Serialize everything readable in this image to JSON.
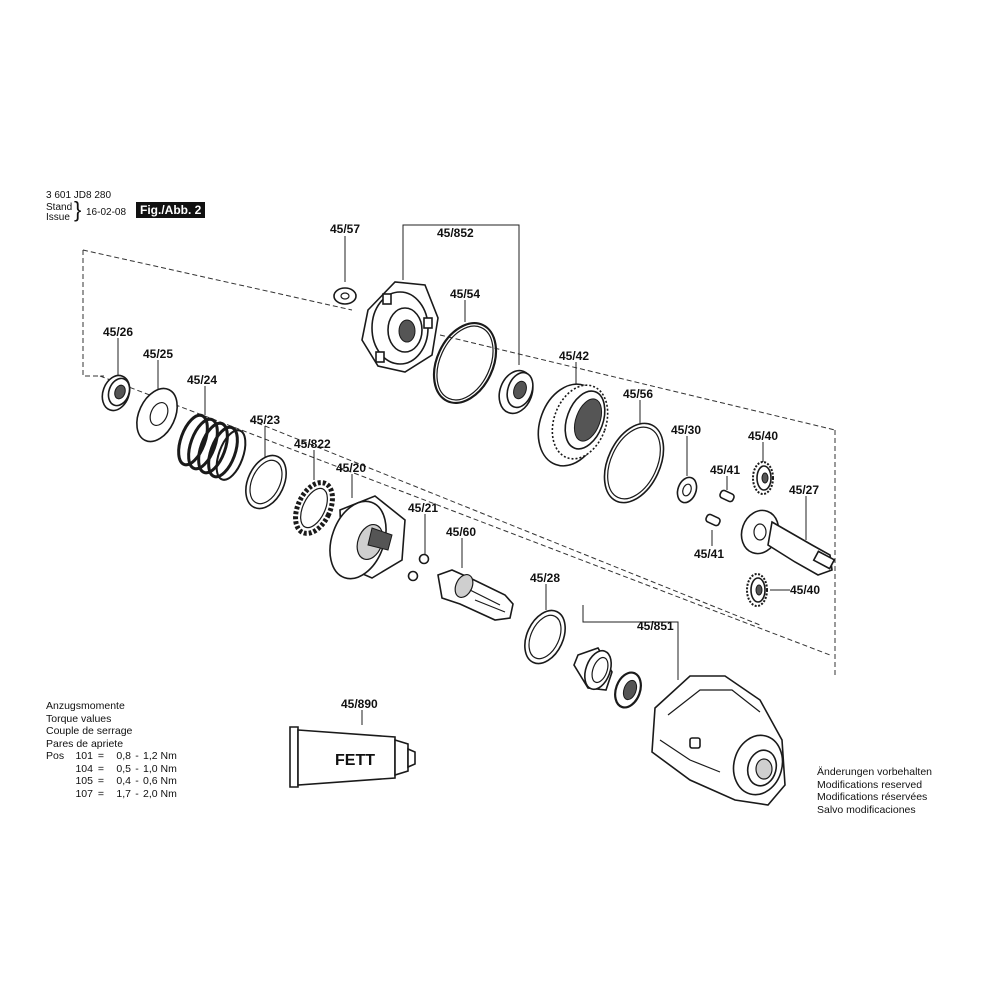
{
  "header": {
    "part_number": "3 601 JD8 280",
    "stand": "Stand",
    "issue": "Issue",
    "date": "16-02-08",
    "fig_badge": "Fig./Abb. 2"
  },
  "labels": {
    "p45_57": "45/57",
    "p45_852": "45/852",
    "p45_54": "45/54",
    "p45_26": "45/26",
    "p45_25": "45/25",
    "p45_24": "45/24",
    "p45_42": "45/42",
    "p45_56": "45/56",
    "p45_23": "45/23",
    "p45_822": "45/822",
    "p45_30": "45/30",
    "p45_40_top": "45/40",
    "p45_41_top": "45/41",
    "p45_27": "45/27",
    "p45_20": "45/20",
    "p45_21": "45/21",
    "p45_60": "45/60",
    "p45_41_bottom": "45/41",
    "p45_40_bottom": "45/40",
    "p45_28": "45/28",
    "p45_851": "45/851",
    "p45_890": "45/890"
  },
  "grease_tube_text": "FETT",
  "torque": {
    "titles": [
      "Anzugsmomente",
      "Torque values",
      "Couple de serrage",
      "Pares de apriete"
    ],
    "pos_label": "Pos",
    "rows": [
      {
        "pos": "101",
        "eq": "=",
        "min": "0,8",
        "dash": "-",
        "max": "1,2 Nm"
      },
      {
        "pos": "104",
        "eq": "=",
        "min": "0,5",
        "dash": "-",
        "max": "1,0 Nm"
      },
      {
        "pos": "105",
        "eq": "=",
        "min": "0,4",
        "dash": "-",
        "max": "0,6 Nm"
      },
      {
        "pos": "107",
        "eq": "=",
        "min": "1,7",
        "dash": "-",
        "max": "2,0 Nm"
      }
    ]
  },
  "modifications": [
    "Änderungen vorbehalten",
    "Modifications reserved",
    "Modifications réservées",
    "Salvo modificaciones"
  ]
}
